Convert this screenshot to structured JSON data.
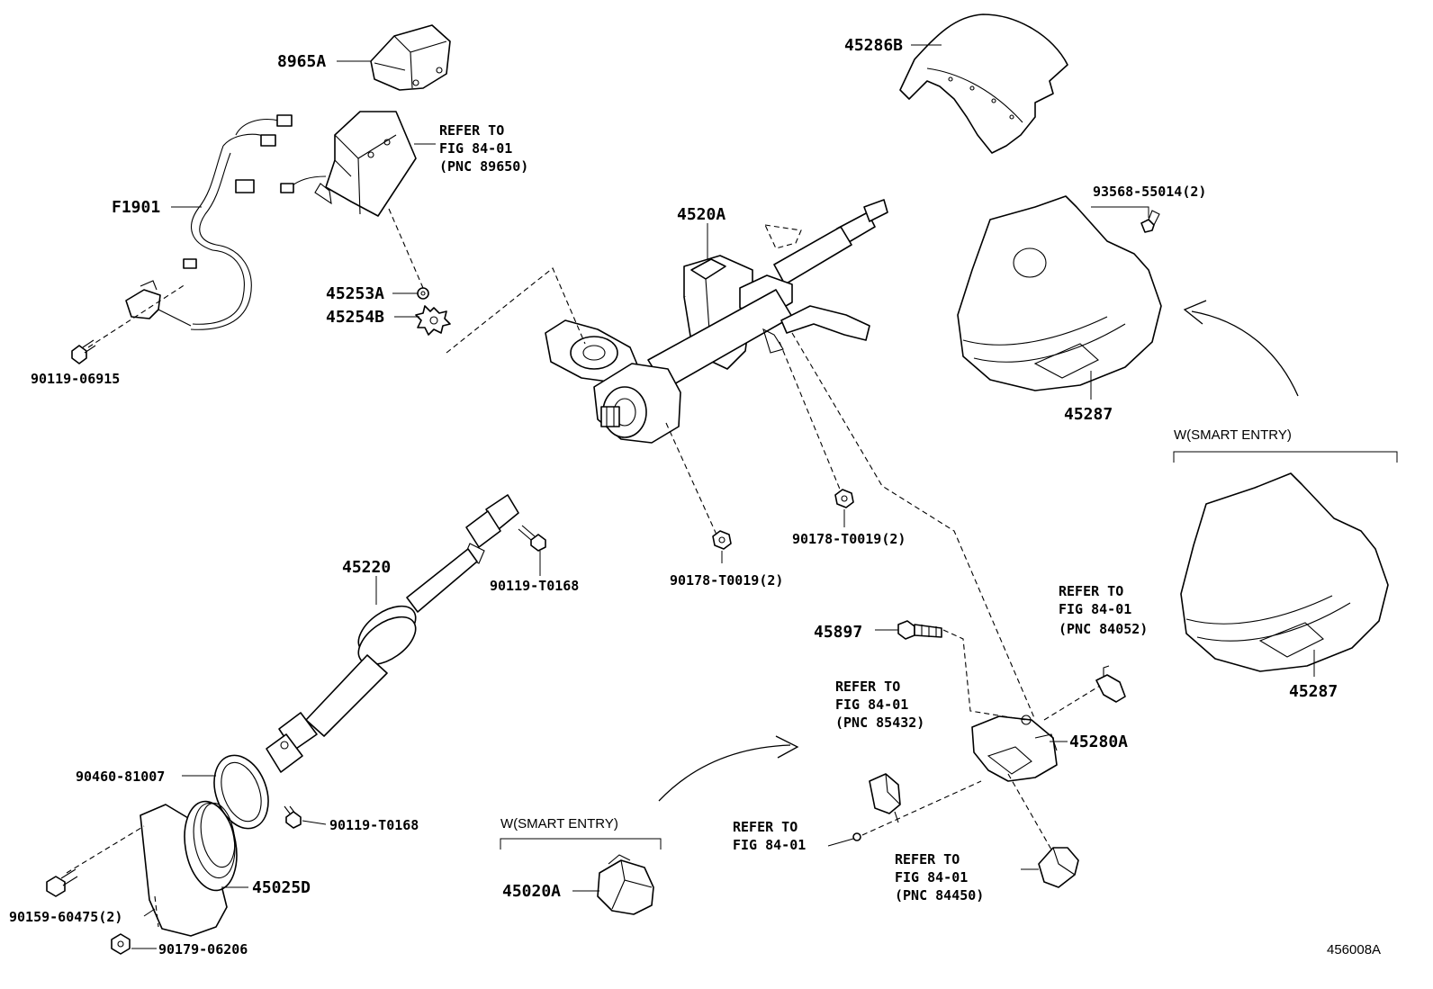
{
  "callouts": {
    "p8965A": "8965A",
    "pF1901": "F1901",
    "p45253A": "45253A",
    "p45254B": "45254B",
    "p90119_06915": "90119-06915",
    "p4520A": "4520A",
    "p45286B": "45286B",
    "p93568": "93568-55014(2)",
    "p45287_top": "45287",
    "p45287_alt": "45287",
    "p45220": "45220",
    "p90119_T0168_a": "90119-T0168",
    "p90178_a": "90178-T0019(2)",
    "p90178_b": "90178-T0019(2)",
    "p45897": "45897",
    "p45280A": "45280A",
    "p90460": "90460-81007",
    "p90119_T0168_b": "90119-T0168",
    "p45025D": "45025D",
    "p90159": "90159-60475(2)",
    "p90179": "90179-06206",
    "p45020A": "45020A"
  },
  "notes": {
    "n89650": [
      "REFER TO",
      "FIG 84-01",
      "(PNC 89650)"
    ],
    "n84052": [
      "REFER TO",
      "FIG 84-01",
      "(PNC 84052)"
    ],
    "n85432": [
      "REFER TO",
      "FIG 84-01",
      "(PNC 85432)"
    ],
    "n_plain": [
      "REFER TO",
      "FIG 84-01"
    ],
    "n84450": [
      "REFER TO",
      "FIG 84-01",
      "(PNC 84450)"
    ]
  },
  "groups": {
    "smart_entry_right": "W(SMART ENTRY)",
    "smart_entry_bottom": "W(SMART ENTRY)"
  },
  "figure_id": "456008A"
}
